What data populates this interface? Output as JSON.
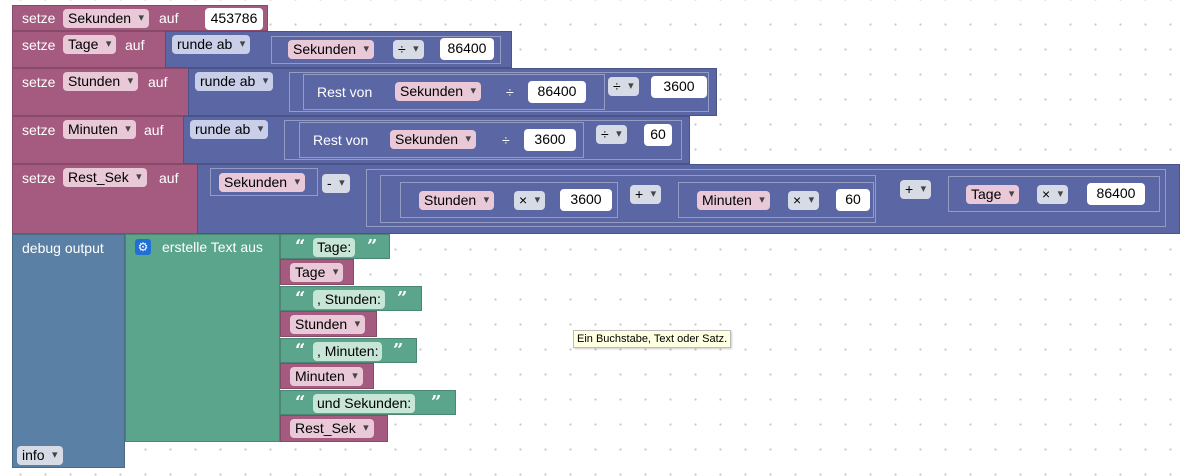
{
  "blocks": {
    "set_label": "setze",
    "to_label": "auf",
    "round_down": "runde ab",
    "remainder_of": "Rest von",
    "op_div": "÷",
    "op_minus": "-",
    "op_plus": "+",
    "op_times": "×",
    "vars": {
      "seconds": "Sekunden",
      "days": "Tage",
      "hours": "Stunden",
      "minutes": "Minuten",
      "rest_sec": "Rest_Sek"
    },
    "nums": {
      "seconds_value": "453786",
      "n86400": "86400",
      "n3600": "3600",
      "n60": "60"
    },
    "debug_output": "debug output",
    "create_text": "erstelle Text aus",
    "texts": {
      "days": "Tage:",
      "hours": ", Stunden:",
      "minutes": ", Minuten:",
      "seconds": "und Sekunden:"
    },
    "open_quote": "“",
    "close_quote": "”",
    "log_level": "info"
  },
  "tooltip": "Ein Buchstabe, Text oder Satz.",
  "colors": {
    "variables": "#a55b80",
    "math": "#5b67a5",
    "text": "#5ba58c",
    "system": "#5b80a5"
  },
  "icons": [
    "gear-icon",
    "dropdown-arrow-icon",
    "quote-icon"
  ]
}
